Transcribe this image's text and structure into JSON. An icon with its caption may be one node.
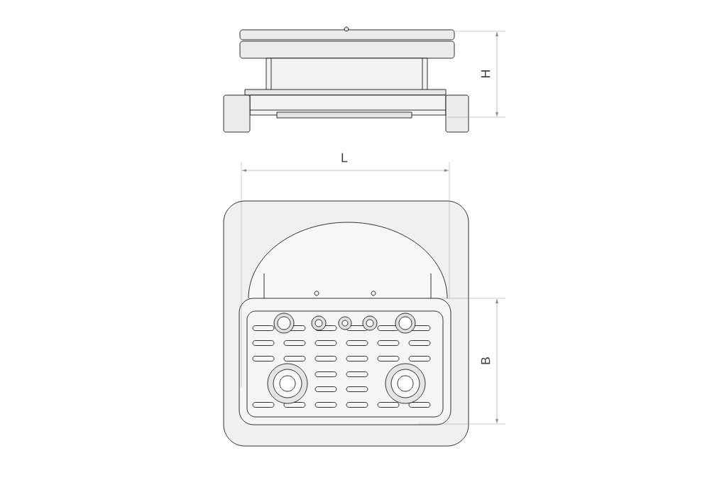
{
  "diagram": {
    "labels": [
      "H",
      "L",
      "B"
    ]
  }
}
